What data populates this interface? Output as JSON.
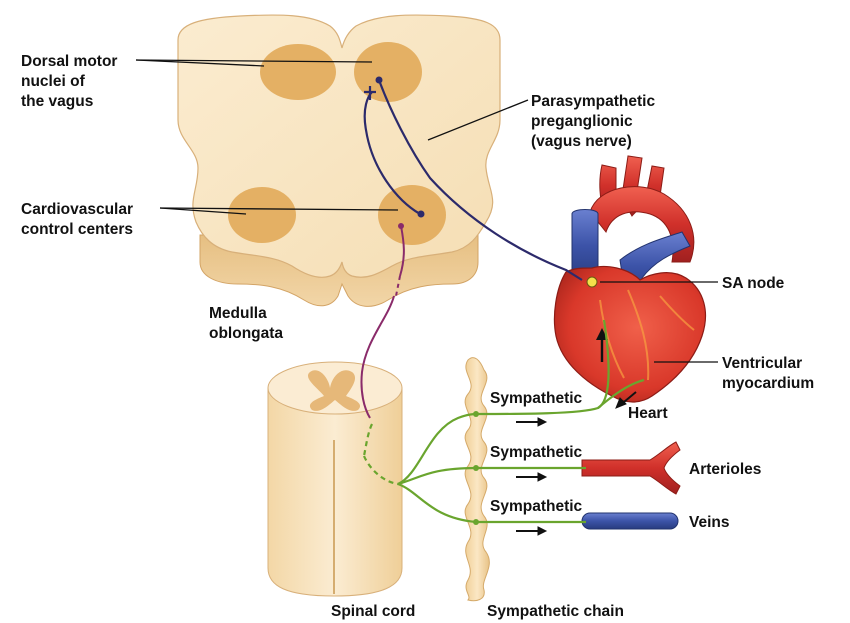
{
  "labels": {
    "dorsal_motor": [
      "Dorsal motor",
      "nuclei of",
      "the vagus"
    ],
    "cardiovascular": [
      "Cardiovascular",
      "control centers"
    ],
    "medulla": [
      "Medulla",
      "oblongata"
    ],
    "parasympathetic": [
      "Parasympathetic",
      "preganglionic",
      "(vagus nerve)"
    ],
    "sa_node": "SA node",
    "ventricular": [
      "Ventricular",
      "myocardium"
    ],
    "heart": "Heart",
    "sympathetic_heart": "Sympathetic",
    "sympathetic_arterioles": "Sympathetic",
    "sympathetic_veins": "Sympathetic",
    "arterioles": "Arterioles",
    "veins": "Veins",
    "spinal_cord": "Spinal cord",
    "sympathetic_chain": "Sympathetic chain"
  },
  "colors": {
    "tissue": "#f8e4c1",
    "tissue_side": "#ecc891",
    "nucleus": "#e4b064",
    "parasympathetic_nerve": "#2c2a6b",
    "descending_tract": "#8a2b6a",
    "sympathetic_nerve": "#6aa52e",
    "heart_red": "#dc3a2a",
    "vessel_blue": "#3c53a8"
  }
}
